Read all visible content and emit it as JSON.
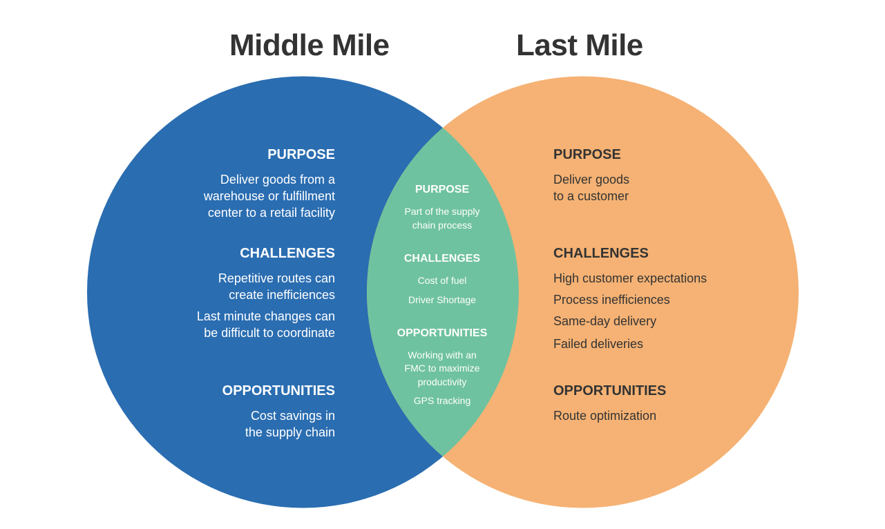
{
  "titles": {
    "left": "Middle Mile",
    "right": "Last Mile"
  },
  "colors": {
    "left": "#2a6db1",
    "right": "#f5b274",
    "overlap": "#6fc29f",
    "text_dark": "#333333"
  },
  "left": {
    "purpose_heading": "PURPOSE",
    "purpose_lines": [
      "Deliver goods from a",
      "warehouse or fulfillment",
      "center to a retail facility"
    ],
    "challenges_heading": "CHALLENGES",
    "challenges_lines": [
      "Repetitive routes can",
      "create inefficiences",
      "Last minute changes can",
      "be difficult to coordinate"
    ],
    "opportunities_heading": "OPPORTUNITIES",
    "opportunities_lines": [
      "Cost savings in",
      "the supply chain"
    ]
  },
  "overlap": {
    "purpose_heading": "PURPOSE",
    "purpose_lines": [
      "Part of the supply",
      "chain process"
    ],
    "challenges_heading": "CHALLENGES",
    "challenges_lines": [
      "Cost of fuel",
      "Driver Shortage"
    ],
    "opportunities_heading": "OPPORTUNITIES",
    "opportunities_lines": [
      "Working with an",
      "FMC to maximize",
      "productivity",
      "GPS tracking"
    ]
  },
  "right": {
    "purpose_heading": "PURPOSE",
    "purpose_lines": [
      "Deliver goods",
      "to a customer"
    ],
    "challenges_heading": "CHALLENGES",
    "challenges_lines": [
      "High customer expectations",
      "Process inefficiences",
      "Same-day delivery",
      "Failed deliveries"
    ],
    "opportunities_heading": "OPPORTUNITIES",
    "opportunities_lines": [
      "Route optimization"
    ]
  }
}
